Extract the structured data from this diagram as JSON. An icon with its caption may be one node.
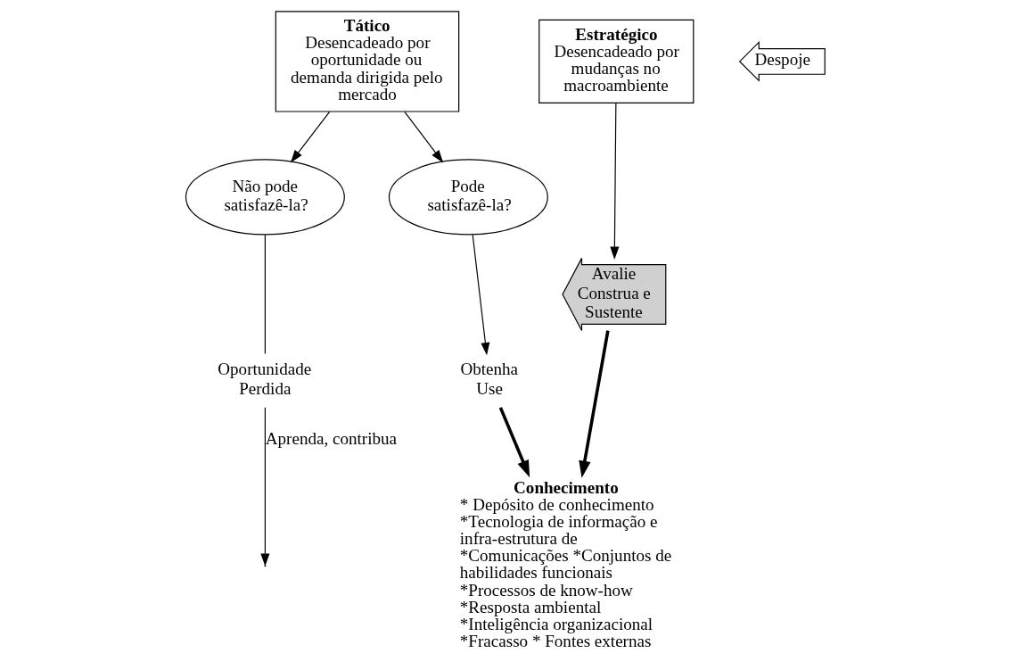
{
  "diagram": {
    "nodes": [
      {
        "text": [
          "Tático",
          "Desencadeado por oportunidade ou demanda dirigida pelo mercado"
        ]
      },
      {
        "text": [
          "Estratégico",
          "Desencadeado por mudanças no macroambiente"
        ]
      },
      {
        "text": [
          "Não pode satisfazê-la?"
        ]
      },
      {
        "text": [
          "Pode satisfazê-la?"
        ]
      },
      {
        "text": [
          "Oportunidade Perdida"
        ]
      },
      {
        "text": [
          "Obtenha",
          "Use"
        ]
      },
      {
        "text": [
          "Conhecimento",
          "* Depósito de conhecimento *Tecnologia de informação e infra-estrutura de *Comunicações *Conjuntos de habilidades funcionais *Processos de know-how *Resposta ambiental *Inteligência organizacional *Fracasso * Fontes externas"
        ]
      },
      {
        "text": [
          "Avalie Construa e Sustente"
        ]
      },
      {
        "text": [
          "Despoje"
        ]
      }
    ],
    "edges": [
      {
        "from": 0,
        "to": 2,
        "arrow": "to"
      },
      {
        "from": 0,
        "to": 3,
        "arrow": "to"
      },
      {
        "from": 1,
        "to": 7,
        "arrow": "to"
      },
      {
        "from": 2,
        "to": 4,
        "arrow": "none"
      },
      {
        "from": 3,
        "to": 5,
        "arrow": "to"
      },
      {
        "from": 4,
        "to": null,
        "arrow": "to",
        "label": "Aprenda, contribua"
      },
      {
        "from": 5,
        "to": 6,
        "arrow": "to",
        "style": "thick"
      },
      {
        "from": 7,
        "to": 6,
        "arrow": "to",
        "style": "thick"
      }
    ]
  }
}
